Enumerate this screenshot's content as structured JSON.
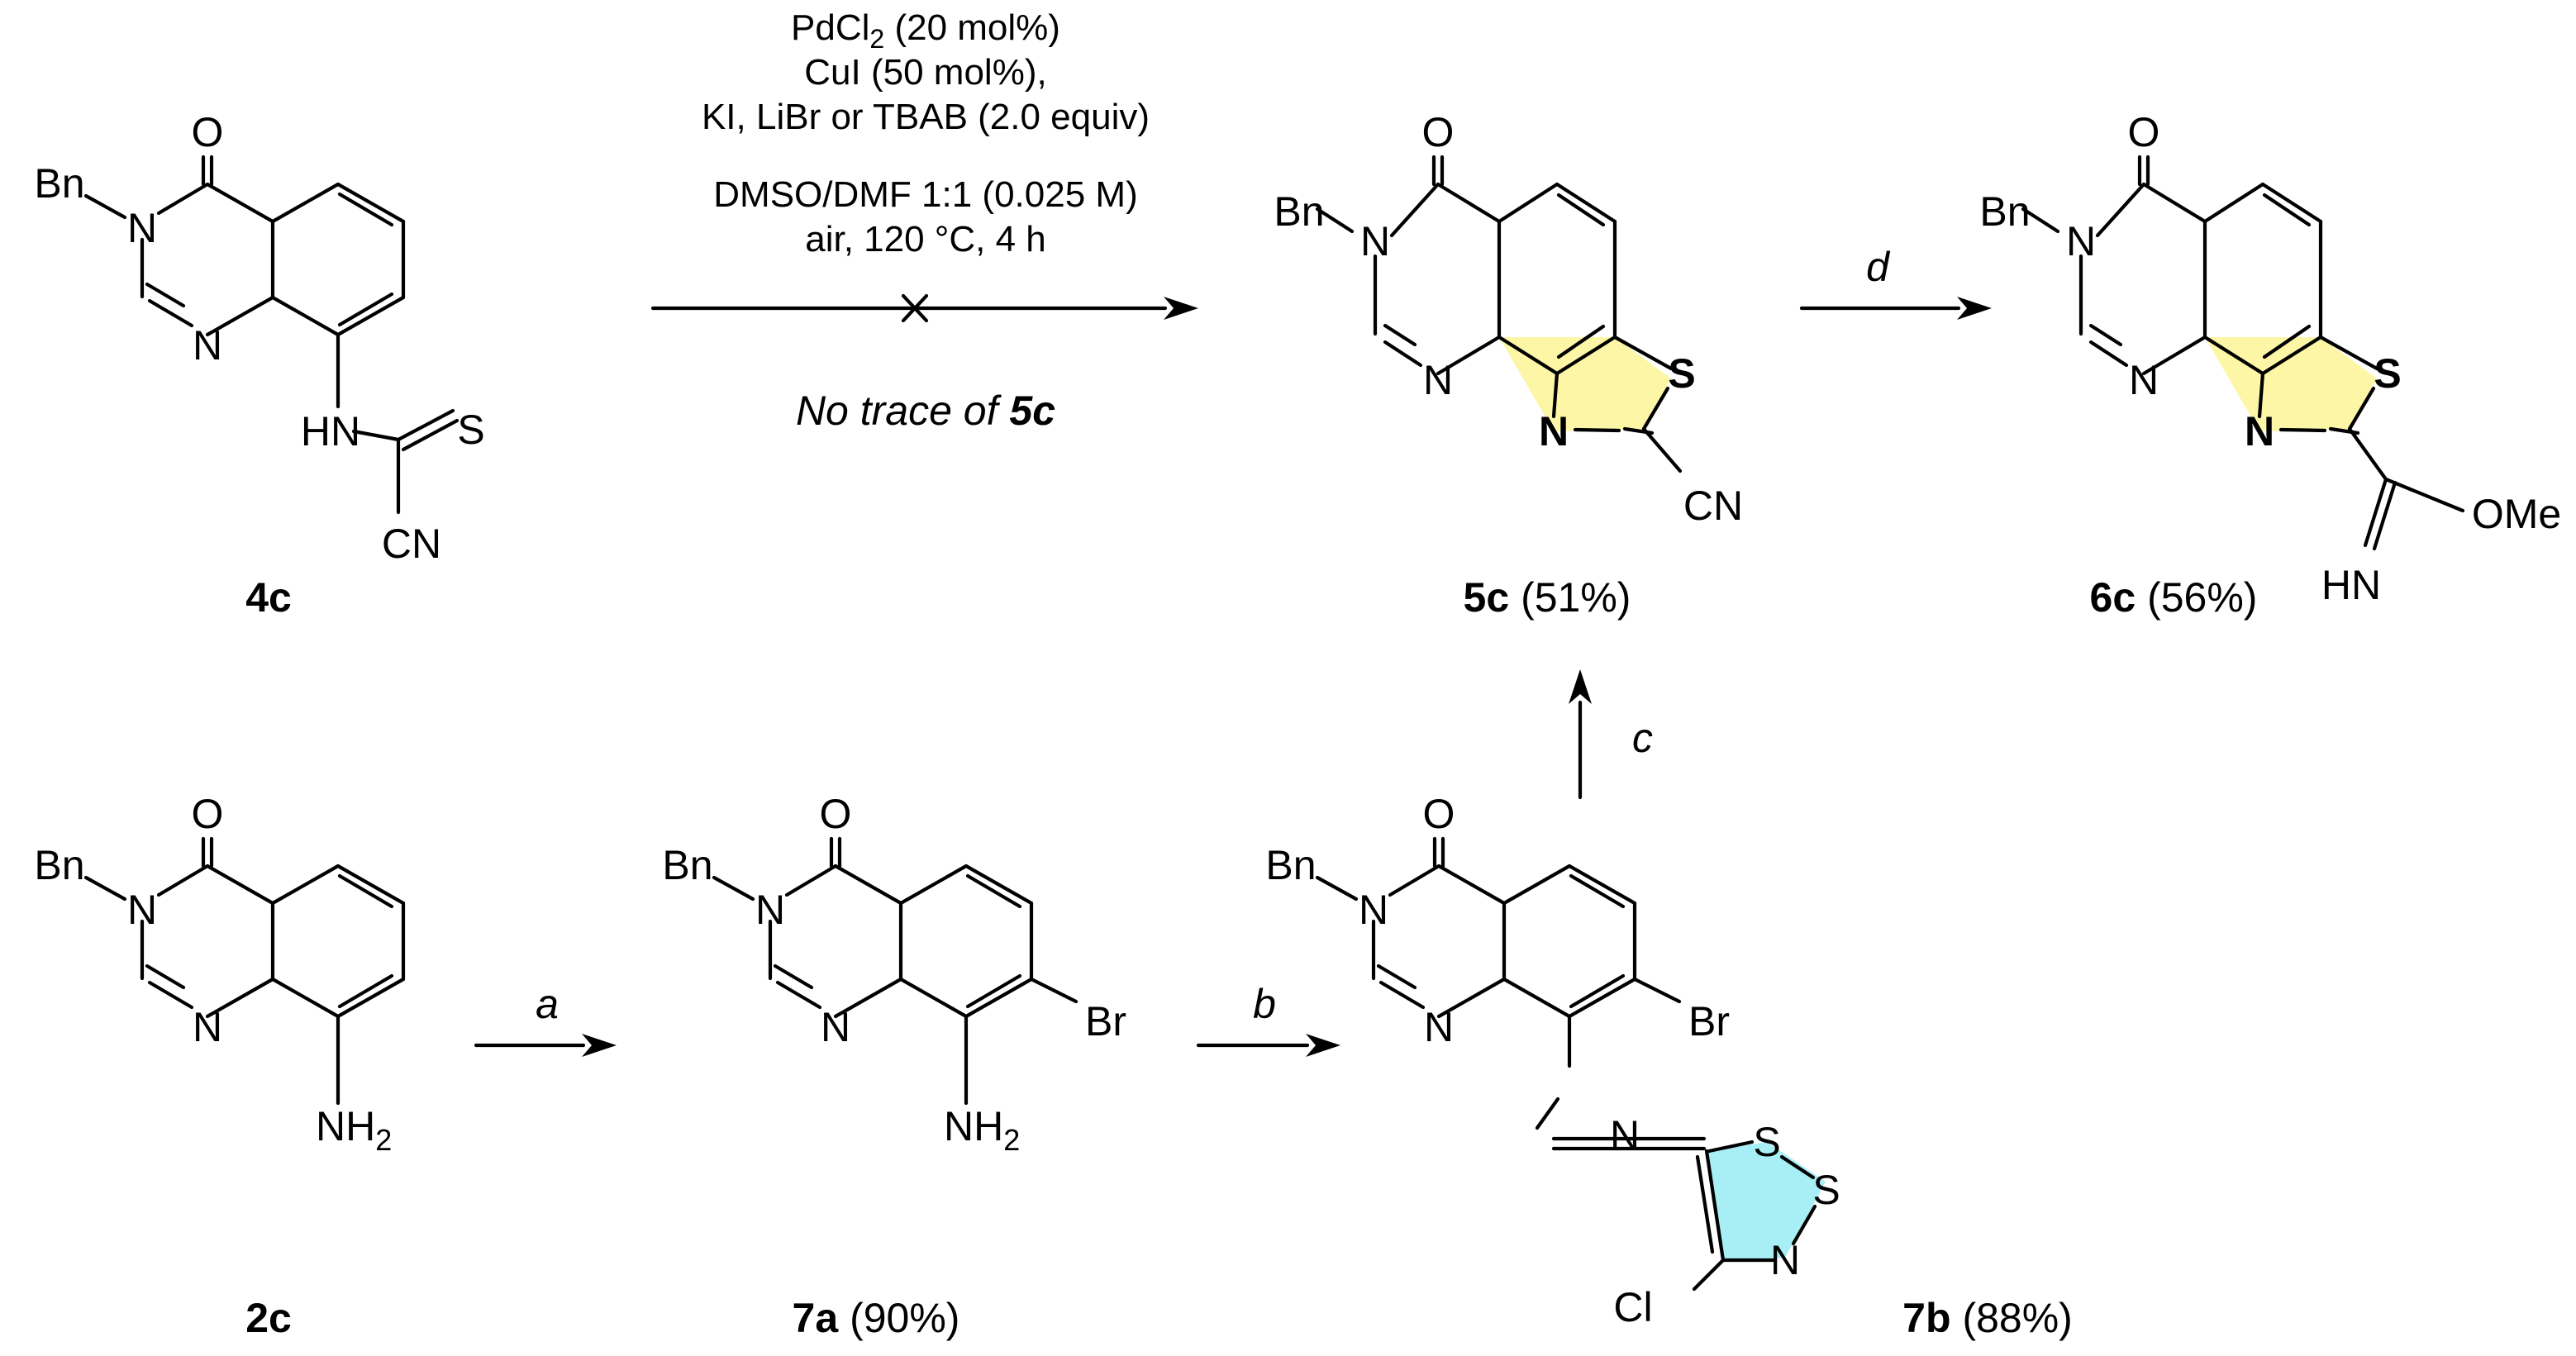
{
  "atoms": {
    "O": "O",
    "N": "N",
    "Bn": "Bn",
    "S": "S",
    "Cl": "Cl",
    "Br": "Br",
    "CN": "CN",
    "HN": "HN",
    "HN_imine": "HN",
    "OMe": "OMe",
    "NH": "NH",
    "sub2": "2"
  },
  "compounds": {
    "c4c": {
      "label": "4c",
      "yield": ""
    },
    "c5c": {
      "label": "5c",
      "yield": "(51%)"
    },
    "c6c": {
      "label": "6c",
      "yield": "(56%)"
    },
    "c2c": {
      "label": "2c",
      "yield": ""
    },
    "c7a": {
      "label": "7a",
      "yield": "(90%)"
    },
    "c7b": {
      "label": "7b",
      "yield": "(88%)"
    }
  },
  "conditions": {
    "line1_pre": "PdCl",
    "line1_sub": "2",
    "line1_post": " (20 mol%)",
    "line2": "CuI (50 mol%),",
    "line3": "KI, LiBr or TBAB (2.0 equiv)",
    "line4": "DMSO/DMF 1:1 (0.025 M)",
    "line5": "air, 120 °C, 4 h",
    "note_pre": "No trace of ",
    "note_bold": "5c"
  },
  "arrows": {
    "a": "a",
    "b": "b",
    "c": "c",
    "d": "d"
  },
  "colors": {
    "thiazole_fill": "#fcf6a6",
    "dithiazole_fill": "#a8eef5",
    "ink": "#000000"
  }
}
